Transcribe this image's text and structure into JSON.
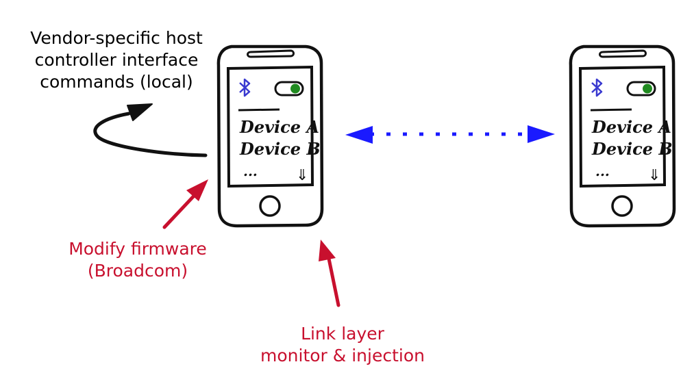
{
  "labels": {
    "hci": [
      "Vendor-specific host",
      "controller interface",
      "commands (local)"
    ],
    "firmware": [
      "Modify firmware",
      "(Broadcom)"
    ],
    "linklayer": [
      "Link layer",
      "monitor & injection"
    ]
  },
  "phones": [
    {
      "devices": [
        "Device A",
        "Device B"
      ],
      "more": "...",
      "more_arrow": "⇓"
    },
    {
      "devices": [
        "Device A",
        "Device B"
      ],
      "more": "...",
      "more_arrow": "⇓"
    }
  ],
  "colors": {
    "black_text": "#000000",
    "red_text": "#c8102e",
    "red_arrow": "#c8102e",
    "blue_link": "#1a1aff",
    "bluetooth_icon": "#3a3ad0",
    "toggle_green": "#1f8a1f",
    "stroke": "#111111"
  },
  "icons": {
    "bluetooth": "bluetooth-icon",
    "toggle": "toggle-switch-icon",
    "home_button": "home-button-icon"
  }
}
